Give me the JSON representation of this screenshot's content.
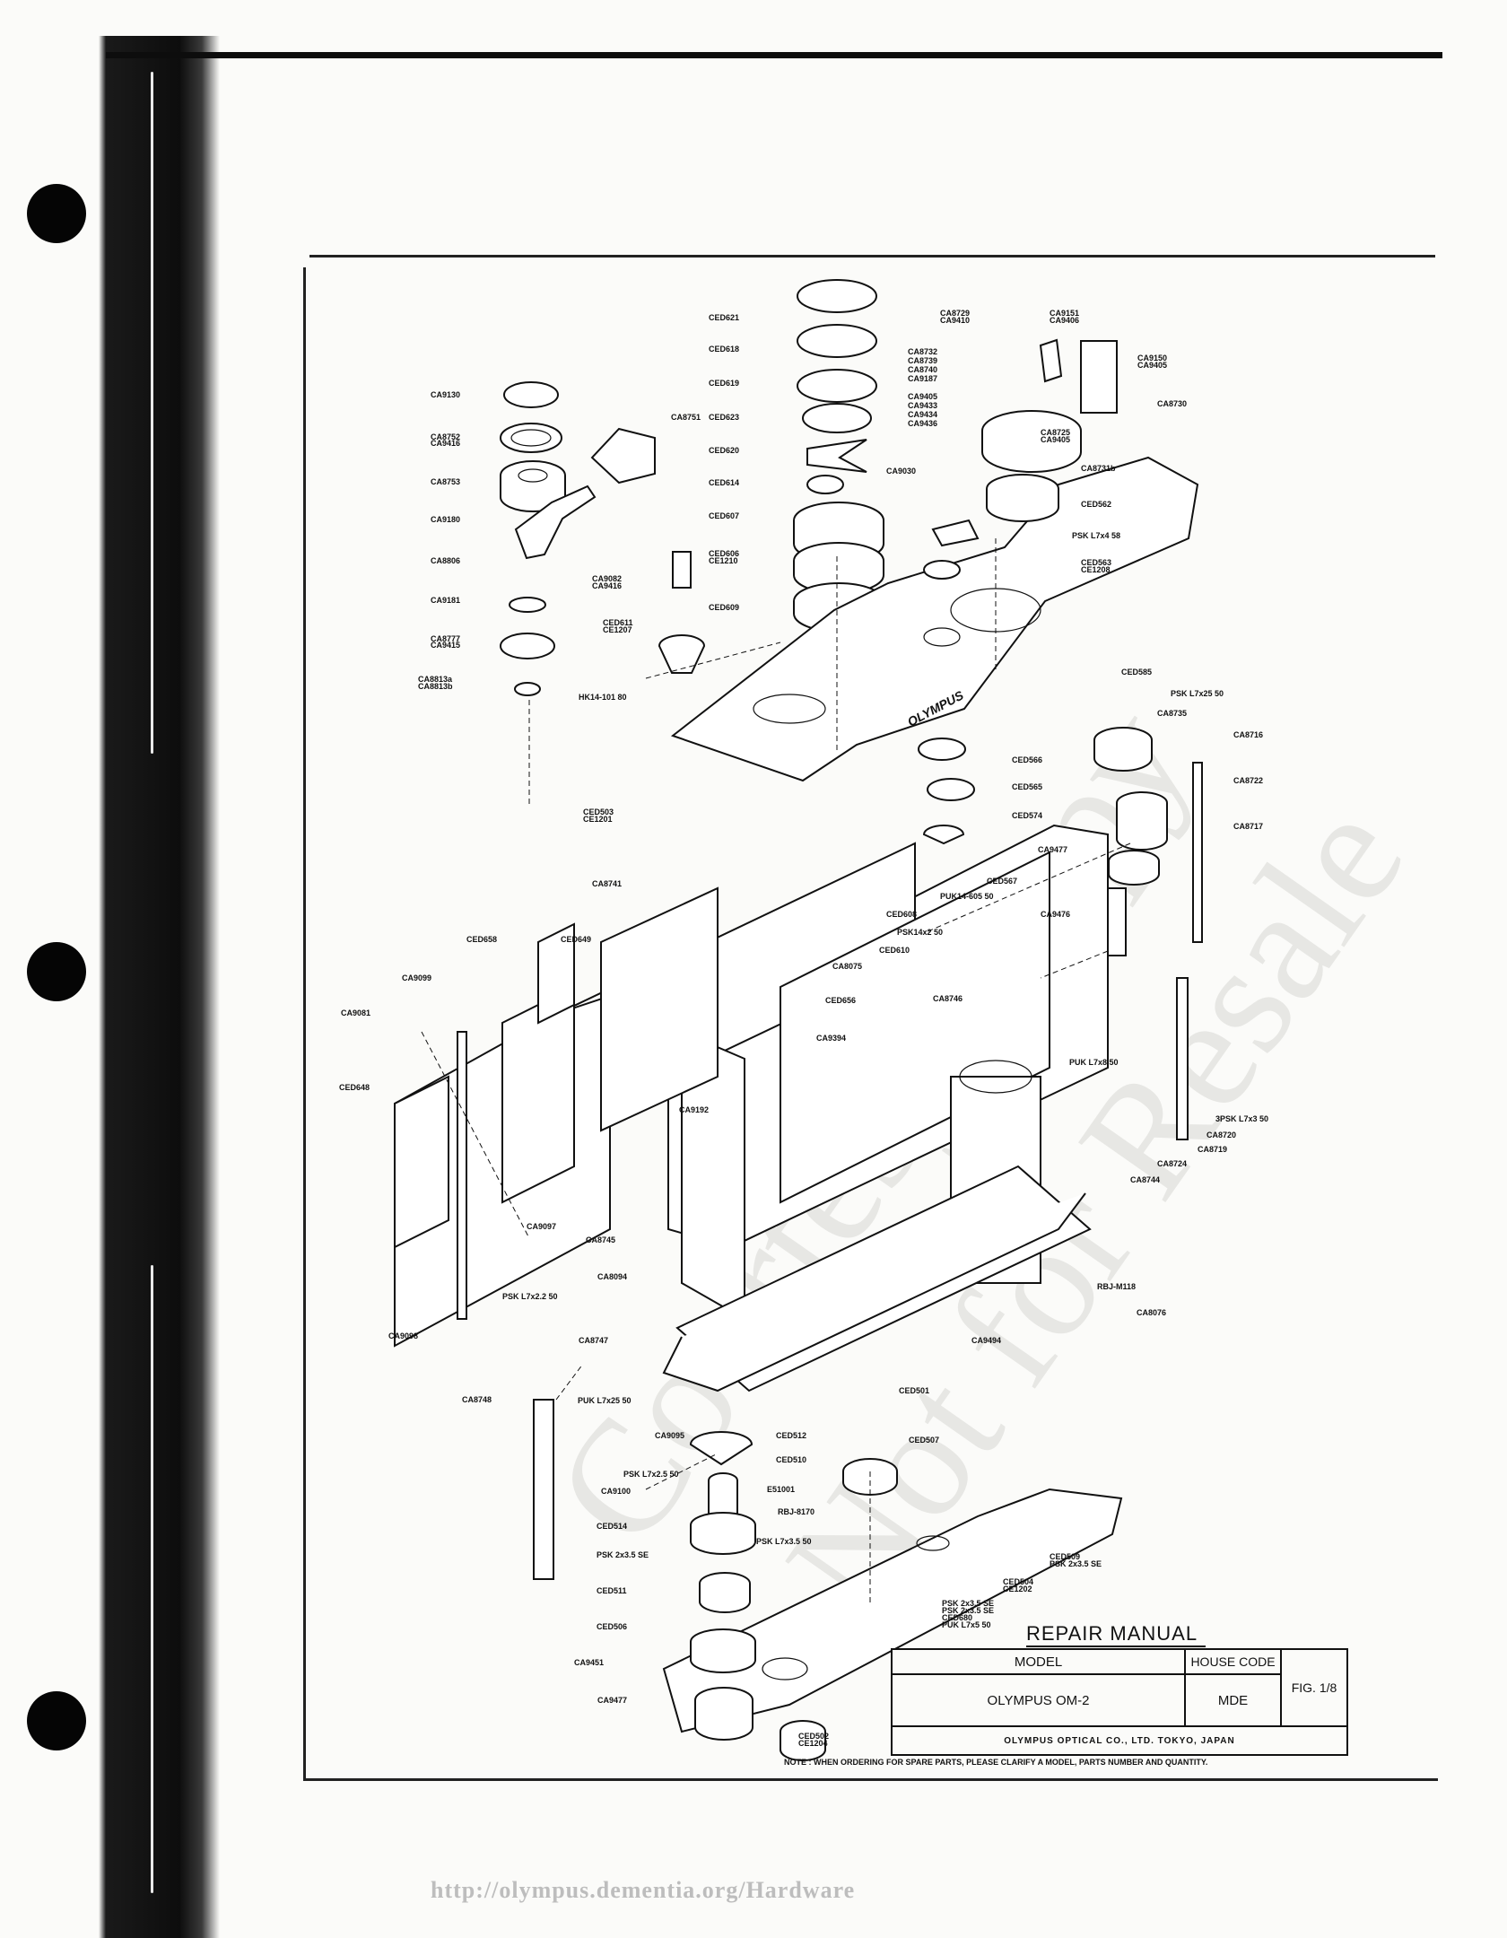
{
  "watermark": {
    "line1": "Courtesy Copy",
    "line2": "Not for Resale"
  },
  "parts": [
    "CA9130",
    "CA8752",
    "CA9416",
    "CA8751",
    "CA8753",
    "CA9180",
    "CA8806",
    "CA9181",
    "CA8777",
    "CA9415",
    "CA8813a",
    "CA8813b",
    "CED621",
    "CED618",
    "CED619",
    "CED623",
    "CED620",
    "CED614",
    "CED607",
    "CED606",
    "CE1210",
    "CED609",
    "CA9082",
    "CA9416",
    "CED611",
    "CE1207",
    "HK14-101 80",
    "CA8729",
    "CA9410",
    "CA9151",
    "CA9406",
    "CA9150",
    "CA9405",
    "CA8732",
    "CA8739",
    "CA8740",
    "CA9187",
    "CA9405",
    "CA9433",
    "CA9434",
    "CA9436",
    "CA8730",
    "CA8725",
    "CA9405",
    "CA8731b",
    "CA9030",
    "CED562",
    "PSK L7x4 58",
    "CED563",
    "CE1208",
    "CED585",
    "PSK L7x25 50",
    "CA8735",
    "CA8716",
    "CA8722",
    "CA8717",
    "CA9477",
    "CA9476",
    "CED566",
    "CED565",
    "CED574",
    "CED567",
    "PUK14-605 50",
    "CED503",
    "CE1201",
    "CA8741",
    "CED608",
    "PSK14x2 50",
    "CED610",
    "CA8075",
    "CED658",
    "CED649",
    "CA9099",
    "CA9081",
    "CED648",
    "CED656",
    "CA8746",
    "CA9394",
    "CA9192",
    "PUK L7x8 50",
    "3PSK L7x3 50",
    "CA8720",
    "CA8719",
    "CA8724",
    "CA8744",
    "CA8745",
    "CA9097",
    "CA8094",
    "PSK L7x2.2 50",
    "CA9098",
    "CA8747",
    "CA9494",
    "RBJ-M118",
    "CA8076",
    "CED501",
    "CA8748",
    "PUK L7x25 50",
    "CA9095",
    "CED512",
    "CED510",
    "PSK L7x2.5 50",
    "CA9100",
    "E51001",
    "RBJ-8170",
    "PSK L7x3.5 50",
    "CED507",
    "CED514",
    "CED509",
    "PSK 2x3.5 SE",
    "PSK 2x3.5 SE",
    "CED504",
    "CE1202",
    "CED511",
    "PSK 2x3.5 SE",
    "PSK 2x3.5 SE",
    "CED680",
    "PUK L7x5 50",
    "CED506",
    "CA9451",
    "CA9477",
    "CED502",
    "CE1204"
  ],
  "title_block": {
    "heading": "REPAIR MANUAL",
    "model_header": "MODEL",
    "house_code_header": "HOUSE CODE",
    "model_value": "OLYMPUS OM-2",
    "house_code_value": "MDE",
    "fig": "FIG. 1/8",
    "company": "OLYMPUS OPTICAL CO., LTD. TOKYO, JAPAN"
  },
  "note": "NOTE : WHEN ORDERING FOR SPARE PARTS, PLEASE CLARIFY A MODEL, PARTS NUMBER AND QUANTITY.",
  "body_brand": "OLYMPUS",
  "url": "http://olympus.dementia.org/Hardware"
}
